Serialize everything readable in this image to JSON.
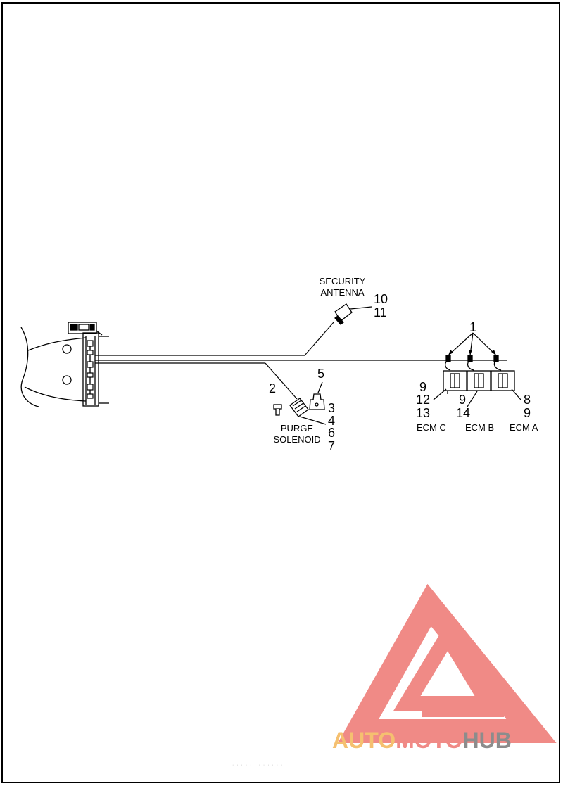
{
  "callouts": {
    "security_antenna_title": [
      "SECURITY",
      "ANTENNA"
    ],
    "purge_solenoid_title": [
      "PURGE",
      "SOLENOID"
    ],
    "ecm_c": "ECM C",
    "ecm_b": "ECM B",
    "ecm_a": "ECM A",
    "n1": "1",
    "n2": "2",
    "n3": "3",
    "n4": "4",
    "n5": "5",
    "n6": "6",
    "n7": "7",
    "n8": "8",
    "n9_ecm_c": "9",
    "n9_ecm_b": "9",
    "n9_ecm_a": "9",
    "n10": "10",
    "n11": "11",
    "n12": "12",
    "n13": "13",
    "n14": "14"
  },
  "watermark": {
    "part1": "AUTO",
    "part2": "MOTO",
    "part3": "HUB",
    "colors": {
      "triangle": "#f08a86",
      "auto": "#f5c070",
      "moto": "#f08a86",
      "hub": "#8c8c8c"
    }
  },
  "footer_note": "· · · ·  · ·  · ·  · · · ·"
}
